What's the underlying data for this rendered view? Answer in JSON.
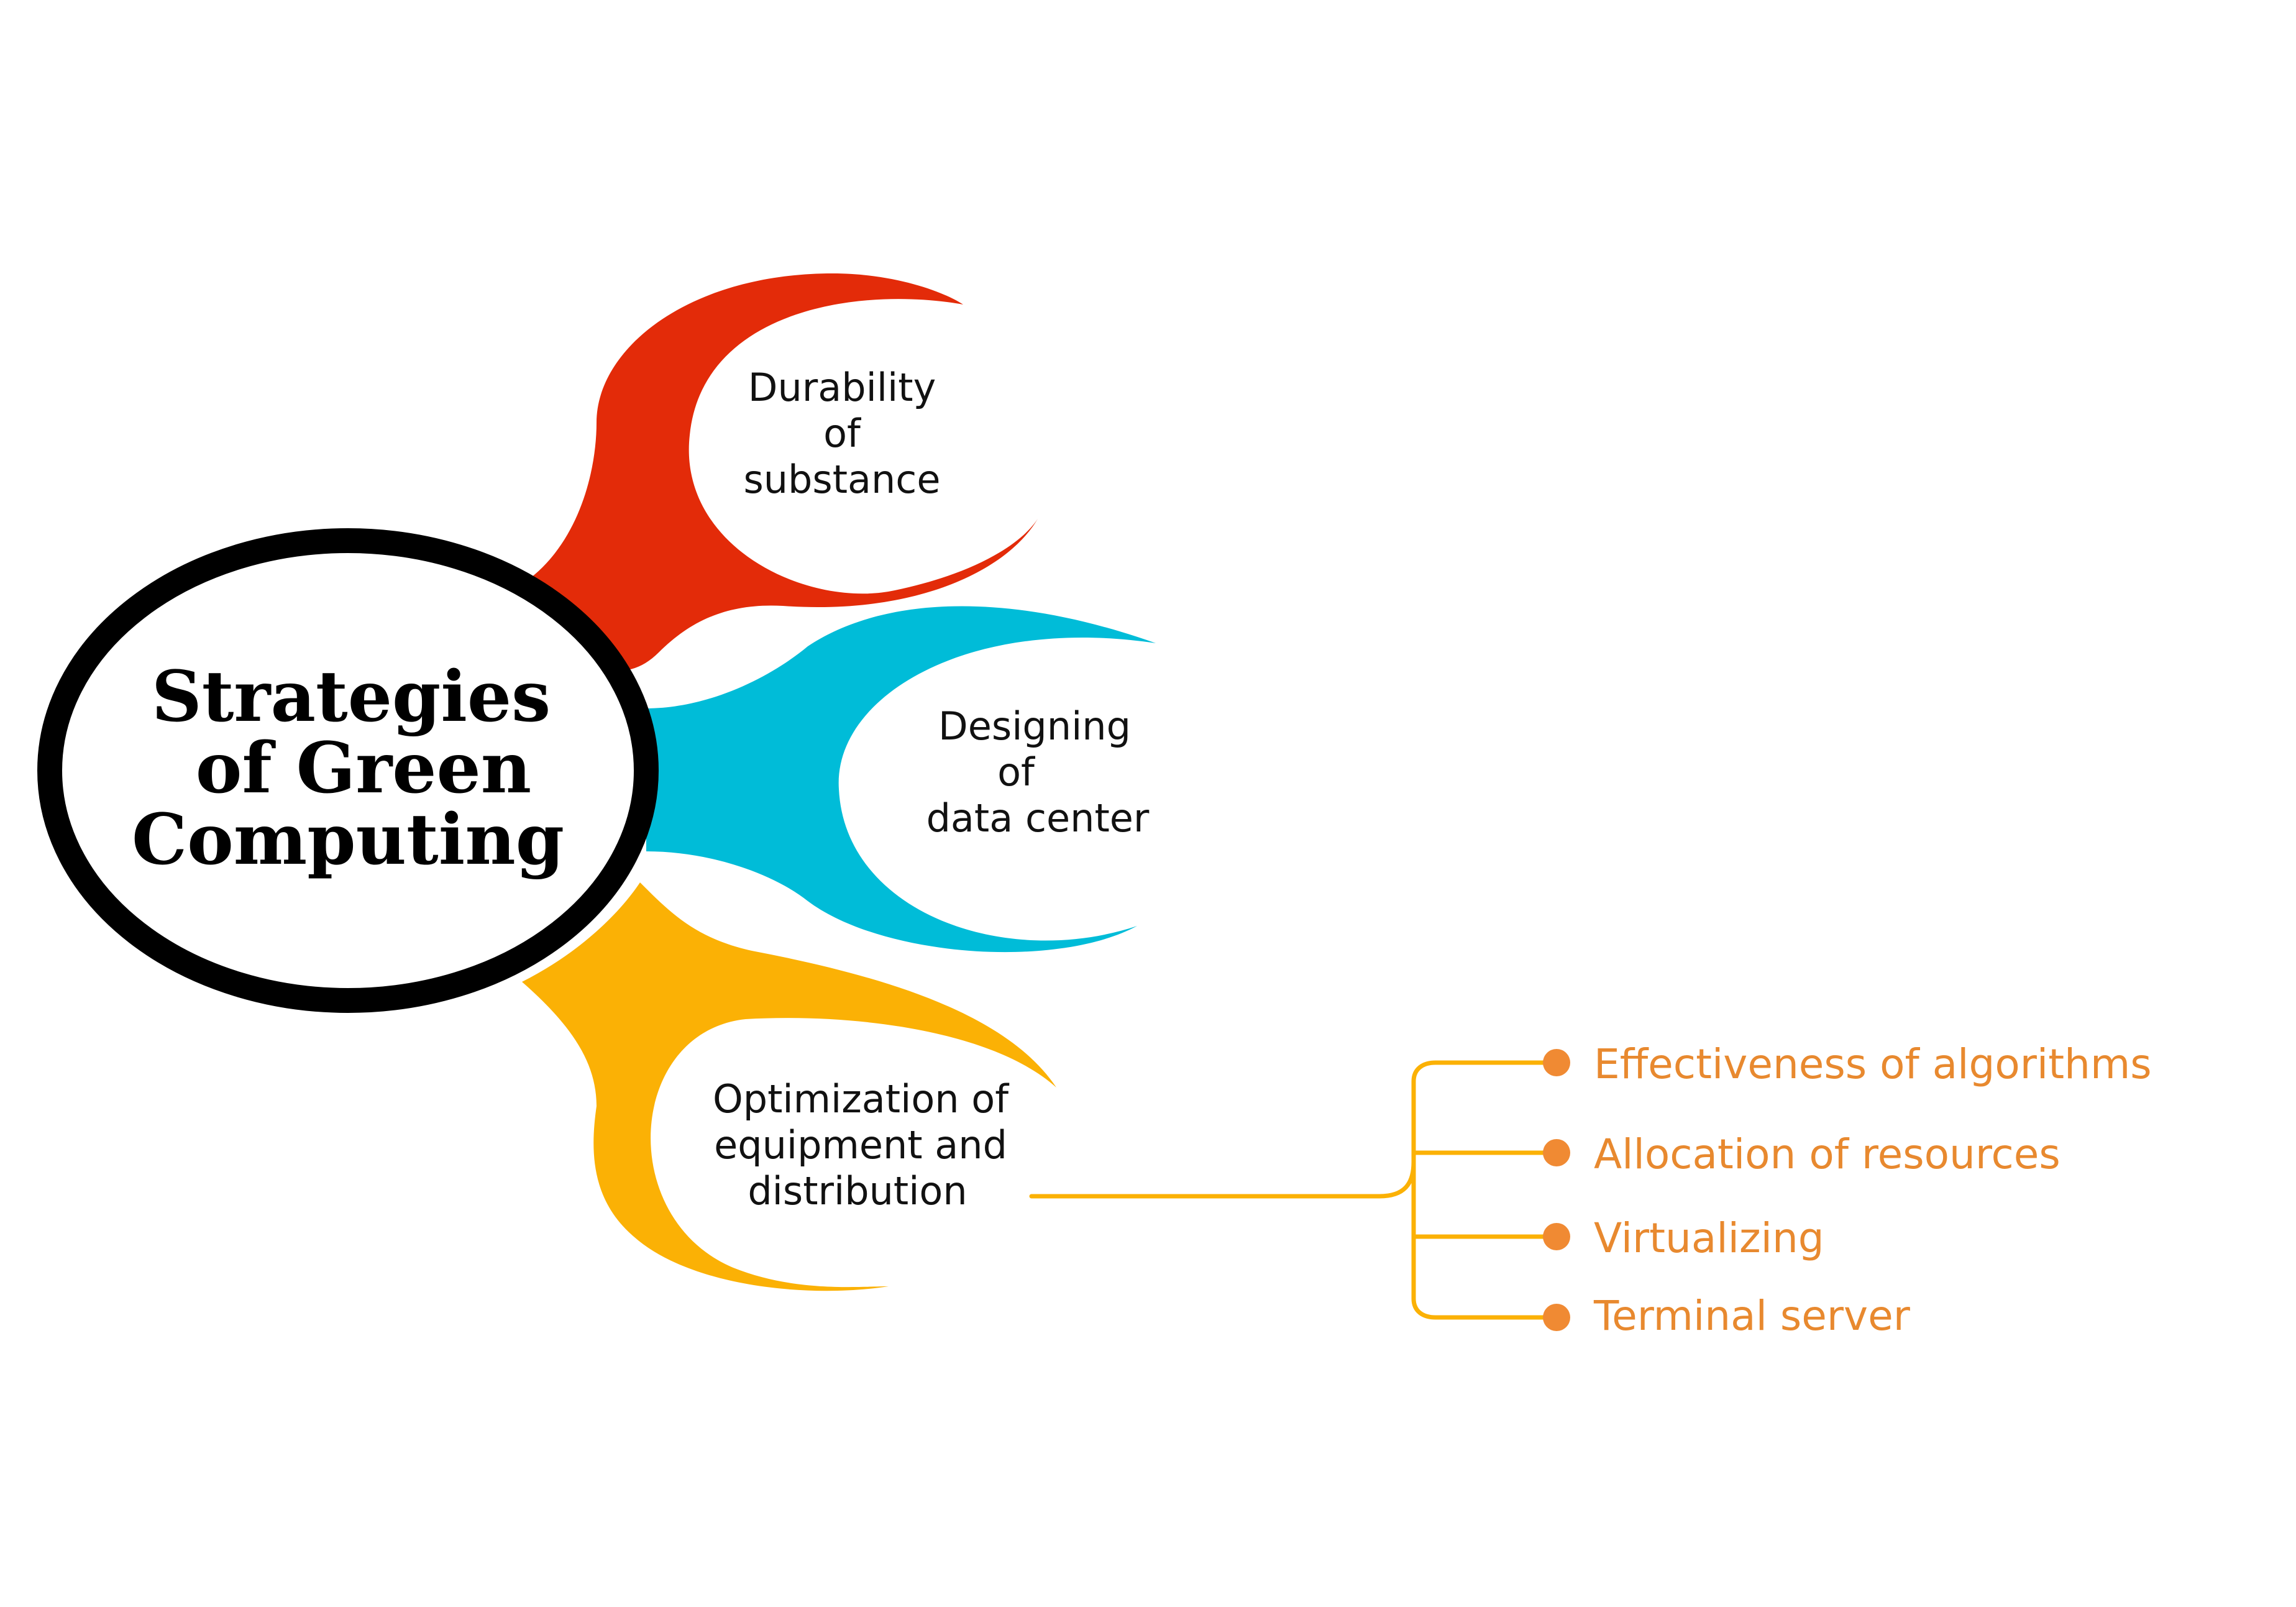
{
  "center": {
    "lines": [
      "Strategies",
      "of Green",
      "Computing"
    ]
  },
  "nodes": [
    {
      "lines": [
        "Durability",
        "of",
        "substance"
      ],
      "color": "#e32b09"
    },
    {
      "lines": [
        "Designing",
        "of",
        "data center"
      ],
      "color": "#00bcd8"
    },
    {
      "lines": [
        "Optimization of",
        "equipment and",
        "distribution"
      ],
      "color": "#fbb105"
    }
  ],
  "branches": {
    "line_color": "#fbb105",
    "dot_color": "#f08a33",
    "items": [
      {
        "label": "Effectiveness of algorithms"
      },
      {
        "label": "Allocation of resources"
      },
      {
        "label": "Virtualizing"
      },
      {
        "label": "Terminal server"
      }
    ]
  },
  "colors": {
    "center_ring": "#000000",
    "leaf_text": "#e8892f"
  }
}
